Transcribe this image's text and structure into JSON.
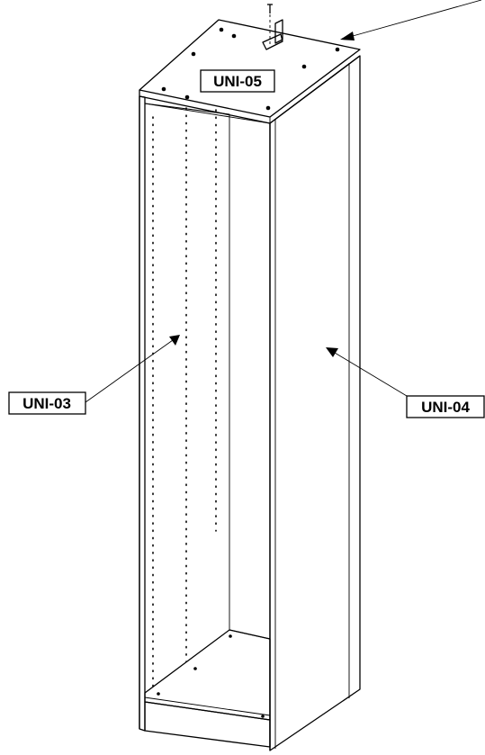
{
  "labels": {
    "top": "UNI-05",
    "left": "UNI-03",
    "right": "UNI-04"
  },
  "colors": {
    "ink": "#000000",
    "paper": "#ffffff"
  }
}
